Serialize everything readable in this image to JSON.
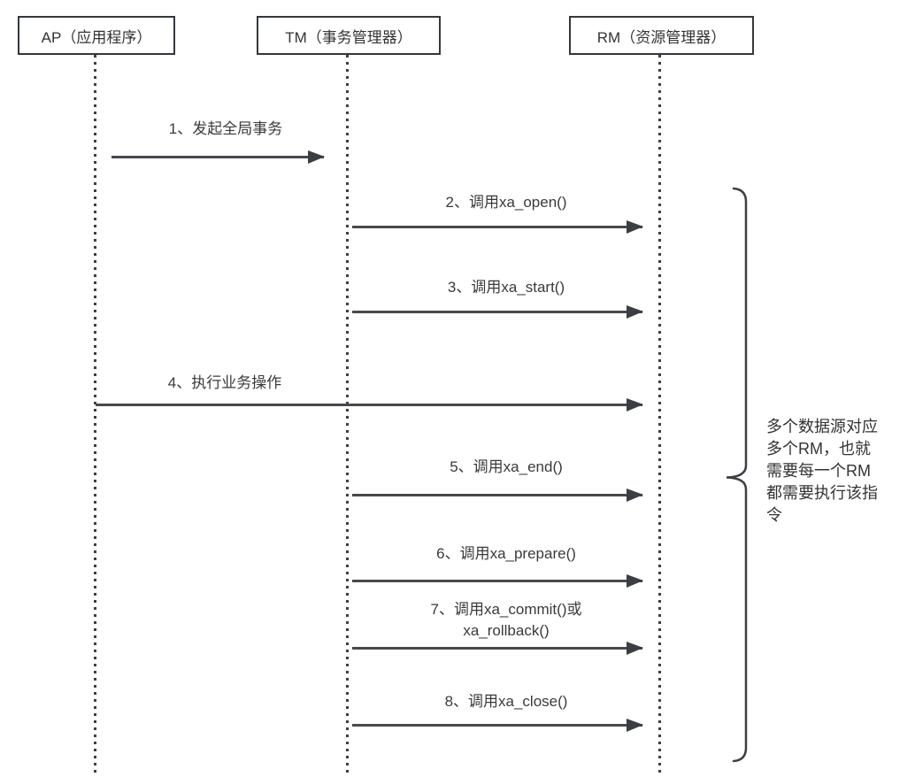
{
  "diagram": {
    "type": "sequence-diagram",
    "participants": [
      {
        "id": "ap",
        "label": "AP（应用程序）"
      },
      {
        "id": "tm",
        "label": "TM（事务管理器）"
      },
      {
        "id": "rm",
        "label": "RM（资源管理器）"
      }
    ],
    "messages": [
      {
        "num": 1,
        "label": "1、发起全局事务",
        "from": "AP",
        "to": "TM"
      },
      {
        "num": 2,
        "label": "2、调用xa_open()",
        "from": "TM",
        "to": "RM"
      },
      {
        "num": 3,
        "label": "3、调用xa_start()",
        "from": "TM",
        "to": "RM"
      },
      {
        "num": 4,
        "label": "4、执行业务操作",
        "from": "AP",
        "to": "RM"
      },
      {
        "num": 5,
        "label": "5、调用xa_end()",
        "from": "TM",
        "to": "RM"
      },
      {
        "num": 6,
        "label": "6、调用xa_prepare()",
        "from": "TM",
        "to": "RM"
      },
      {
        "num": 7,
        "label": "7、调用xa_commit()或\nxa_rollback()",
        "from": "TM",
        "to": "RM"
      },
      {
        "num": 8,
        "label": "8、调用xa_close()",
        "from": "TM",
        "to": "RM"
      }
    ],
    "annotation": {
      "text": "多个数据源对应\n多个RM，也就\n需要每一个RM\n都需要执行该指\n令"
    },
    "colors": {
      "line": "#46494d",
      "border": "#33383d",
      "text": "#333333",
      "background": "#ffffff"
    }
  }
}
